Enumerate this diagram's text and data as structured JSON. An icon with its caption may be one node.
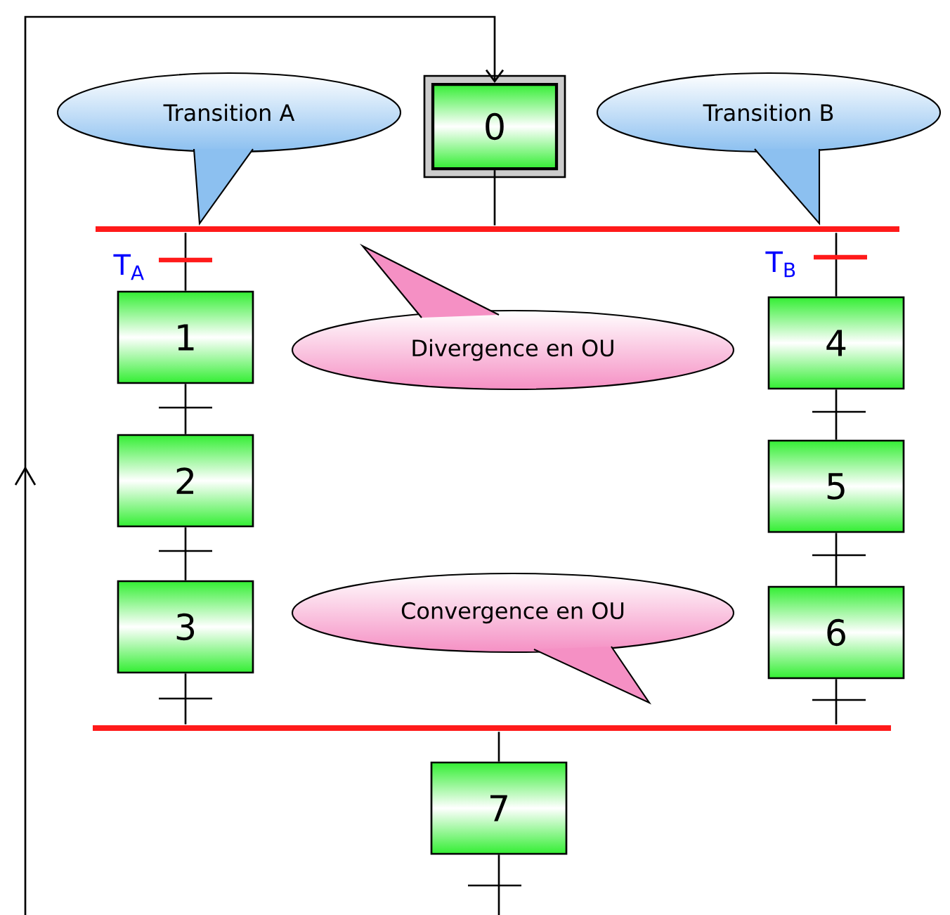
{
  "diagram": {
    "nodes": [
      {
        "text": [
          "Transition A"
        ]
      },
      {
        "text": [
          "0"
        ]
      },
      {
        "text": [
          "Transition B"
        ]
      },
      {
        "text": [],
        "shape": "bar"
      },
      {
        "text": [
          "1"
        ]
      },
      {
        "text": [
          "4"
        ]
      },
      {
        "text": [
          "Divergence en OU"
        ]
      },
      {
        "text": [
          "2"
        ]
      },
      {
        "text": [
          "5"
        ]
      },
      {
        "text": [
          "3"
        ]
      },
      {
        "text": [
          "Convergence en OU"
        ]
      },
      {
        "text": [
          "6"
        ]
      },
      {
        "text": [],
        "shape": "bar"
      },
      {
        "text": [
          "7"
        ]
      }
    ],
    "edges": [
      {
        "from": 1,
        "to": 3,
        "arrow": "none"
      },
      {
        "from": 3,
        "to": 4,
        "arrow": "none"
      },
      {
        "from": 3,
        "to": 5,
        "arrow": "none"
      },
      {
        "from": 4,
        "to": 7,
        "arrow": "none"
      },
      {
        "from": 7,
        "to": 9,
        "arrow": "none"
      },
      {
        "from": 5,
        "to": 8,
        "arrow": "none"
      },
      {
        "from": 8,
        "to": 11,
        "arrow": "none"
      },
      {
        "from": 9,
        "to": 12,
        "arrow": "none"
      },
      {
        "from": 11,
        "to": 12,
        "arrow": "none"
      },
      {
        "from": 12,
        "to": 13,
        "arrow": "none"
      },
      {
        "from": 13,
        "to": 1,
        "arrow": "to"
      }
    ],
    "labels": [
      "T$_{A}$",
      "T$_{B}$"
    ]
  }
}
